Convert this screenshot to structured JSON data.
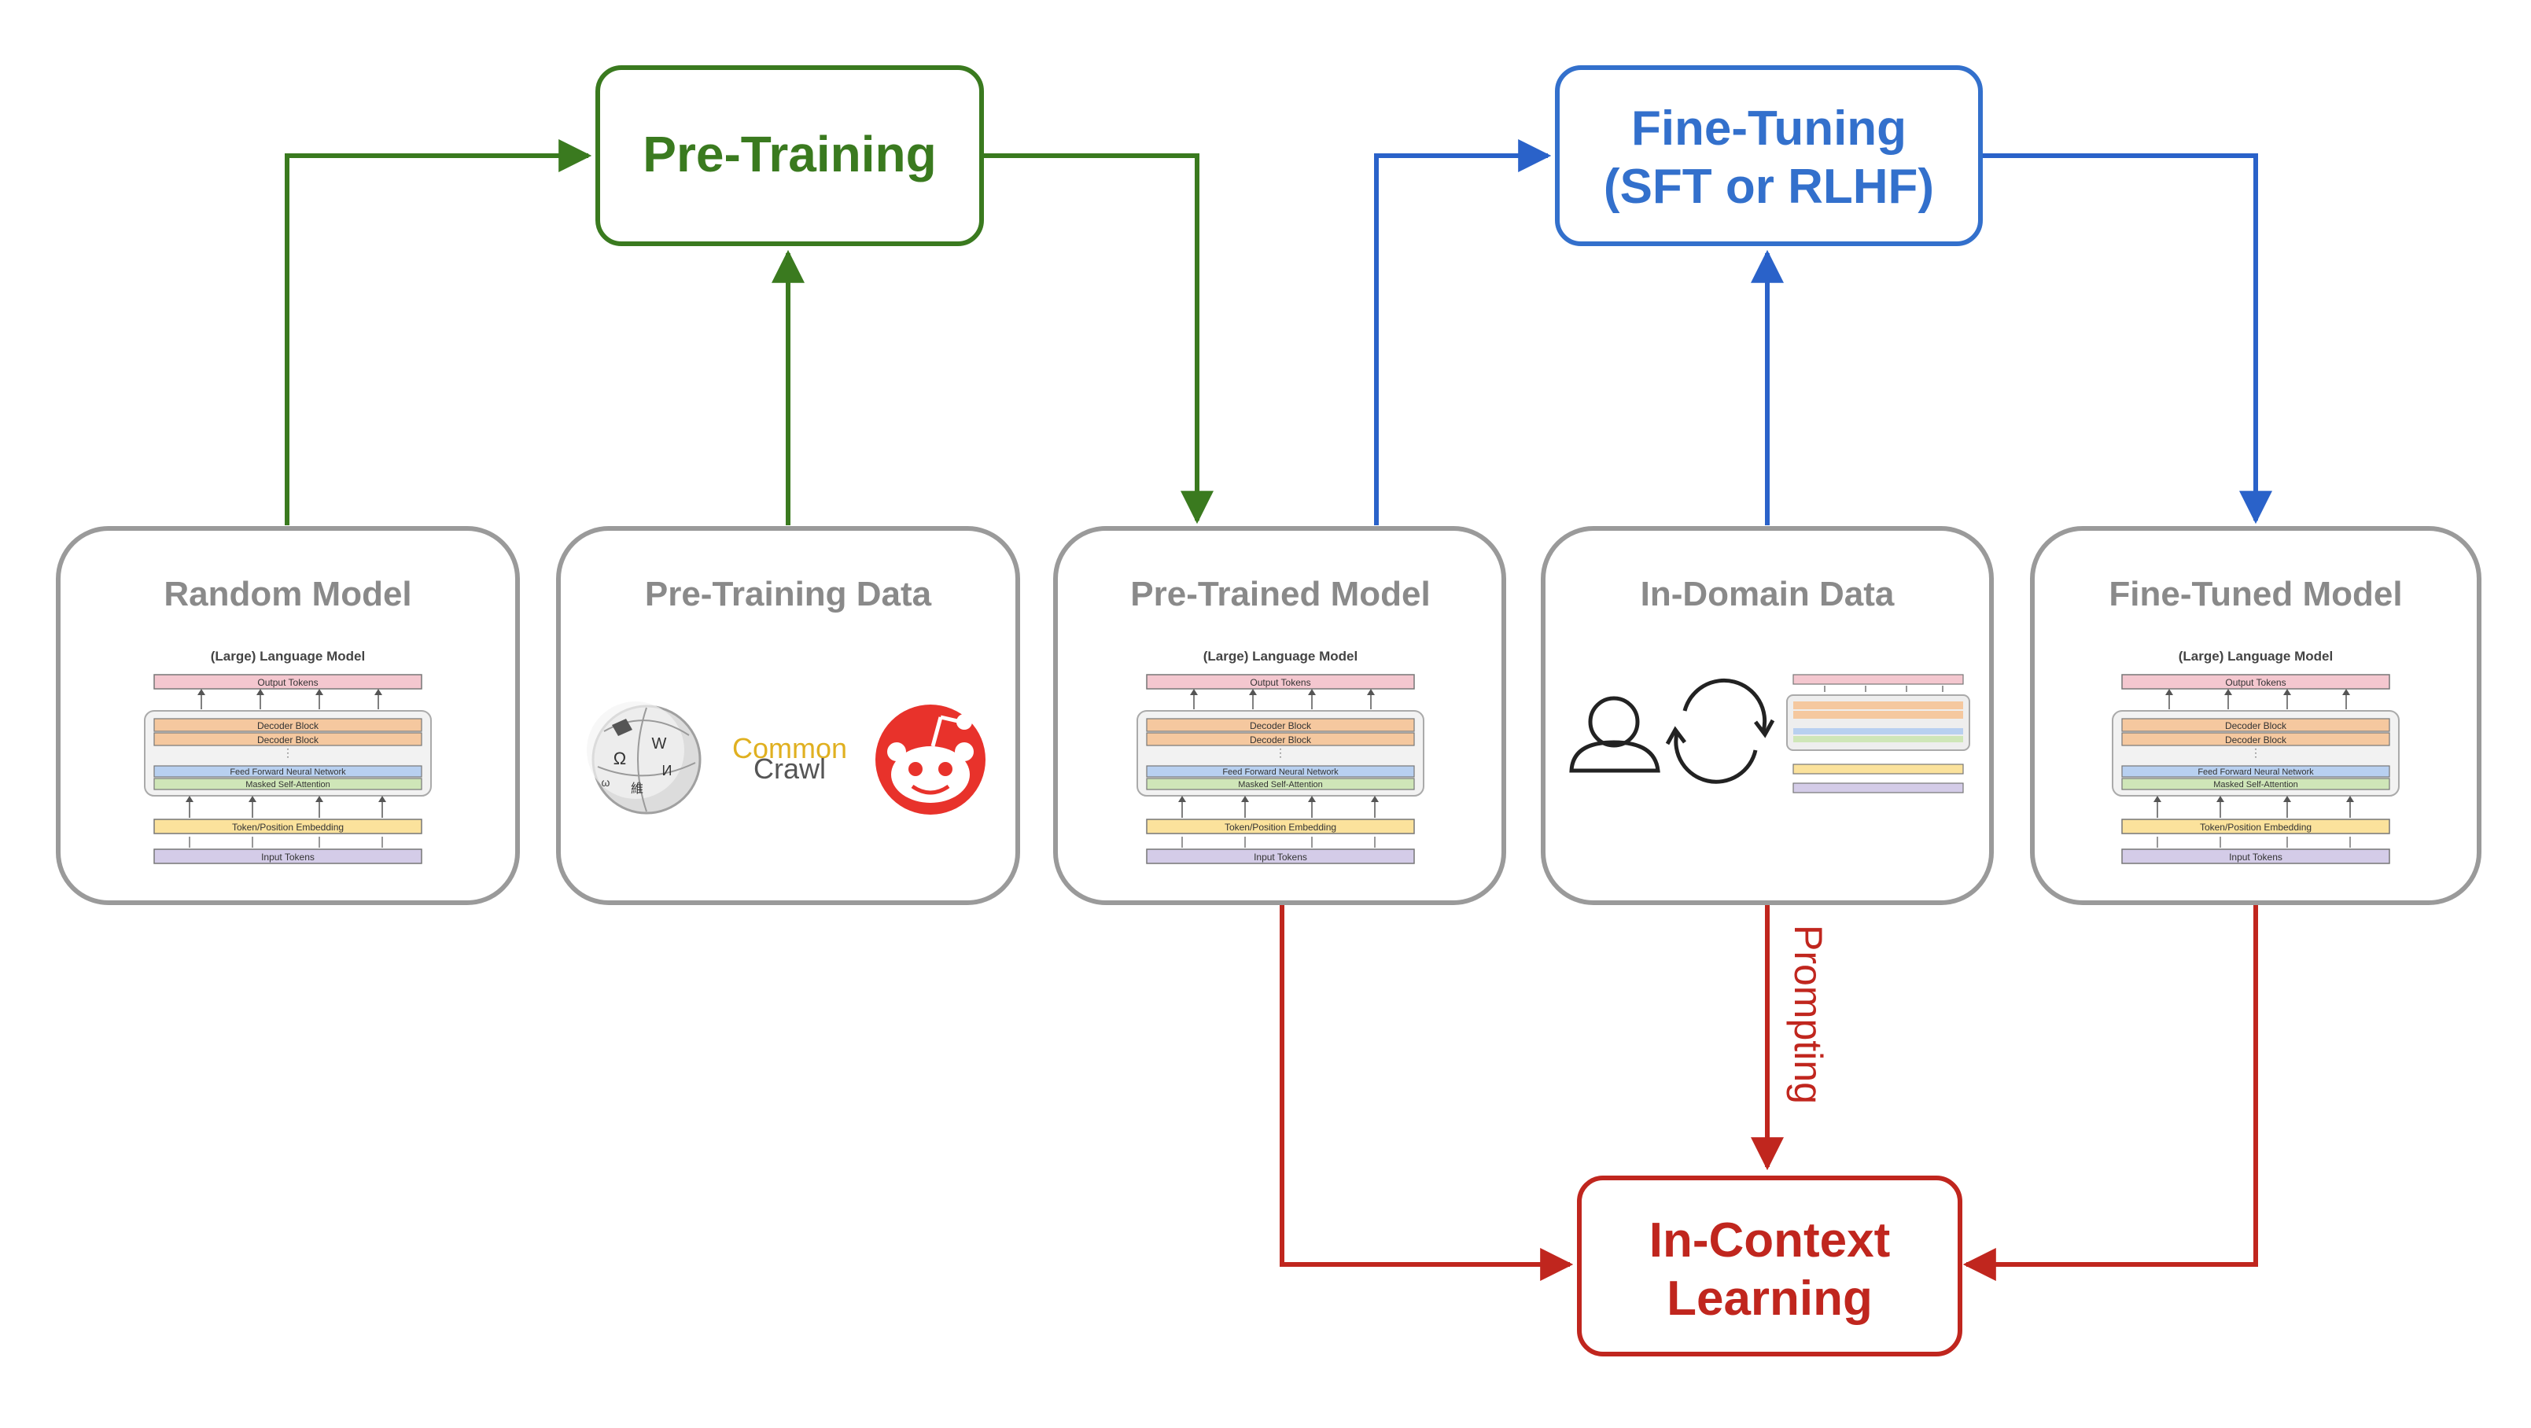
{
  "top_boxes": {
    "pretraining": {
      "label": "Pre-Training",
      "color": "#3a7a1f"
    },
    "finetuning": {
      "line1": "Fine-Tuning",
      "line2": "(SFT or RLHF)",
      "color": "#3370cc"
    }
  },
  "bottom_box": {
    "line1": "In-Context",
    "line2": "Learning",
    "color": "#c0261e"
  },
  "prompting_label": "Prompting",
  "cards": {
    "random_model": {
      "title": "Random Model"
    },
    "pretraining_data": {
      "title": "Pre-Training Data"
    },
    "pretrained_model": {
      "title": "Pre-Trained Model"
    },
    "indomain_data": {
      "title": "In-Domain Data"
    },
    "finetuned_model": {
      "title": "Fine-Tuned Model"
    }
  },
  "llm_diagram": {
    "title": "(Large) Language Model",
    "output_tokens": "Output Tokens",
    "decoder_block_1": "Decoder Block",
    "decoder_block_2": "Decoder Block",
    "ffn": "Feed Forward Neural Network",
    "attention": "Masked Self-Attention",
    "embedding": "Token/Position Embedding",
    "input_tokens": "Input Tokens"
  },
  "logos": {
    "wikipedia_glyphs": [
      "Ω",
      "W",
      "И",
      "維",
      "ω"
    ],
    "common_crawl_line1": "Common",
    "common_crawl_line2": "Crawl"
  },
  "colors": {
    "card_border": "#9a9a9a",
    "card_title": "#8a8a8a",
    "output_tokens": "#f4c7cf",
    "decoder_block": "#f5c89f",
    "ffn": "#b8d0f0",
    "attention": "#cfe6b8",
    "embedding": "#fbe29c",
    "input_tokens": "#d4cce8",
    "reddit": "#e8322b",
    "common_crawl_top": "#e0b020",
    "common_crawl_bottom": "#555555"
  }
}
